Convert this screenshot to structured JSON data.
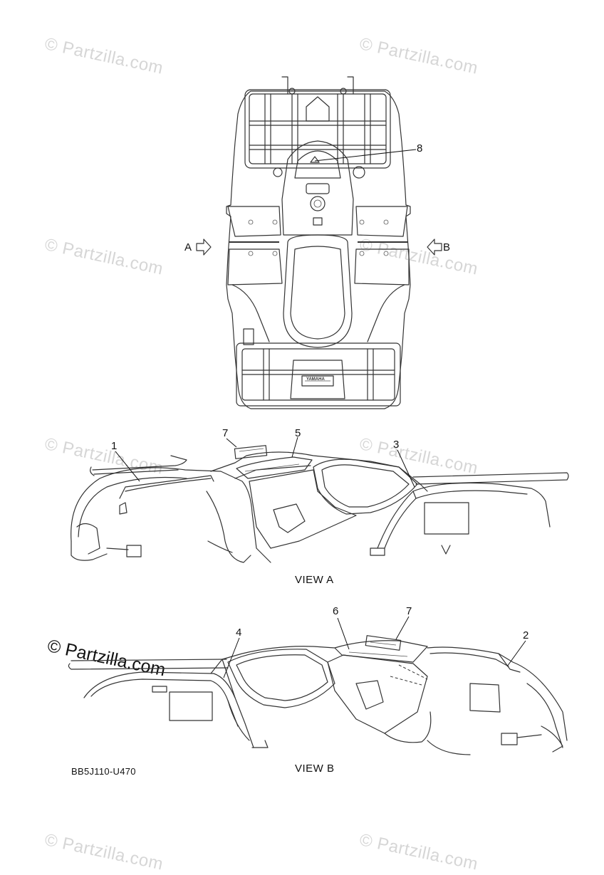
{
  "watermark": "© Partzilla.com",
  "diagram_code": "BB5J110-U470",
  "views": {
    "a_label": "VIEW A",
    "b_label": "VIEW B"
  },
  "arrows": {
    "a": "A",
    "b": "B"
  },
  "callouts": {
    "c1": "1",
    "c2": "2",
    "c3": "3",
    "c4": "4",
    "c5": "5",
    "c6": "6",
    "c7a": "7",
    "c7b": "7",
    "c8": "8"
  },
  "emblem_text": "YAMAHA"
}
